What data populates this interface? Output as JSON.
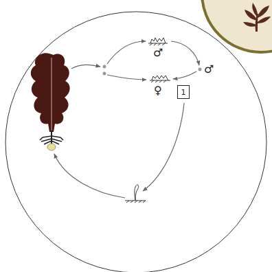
{
  "diagram": {
    "nodes": [
      {
        "text": [
          "1"
        ]
      }
    ],
    "labels": [
      "♂",
      "♂",
      "♀"
    ]
  }
}
